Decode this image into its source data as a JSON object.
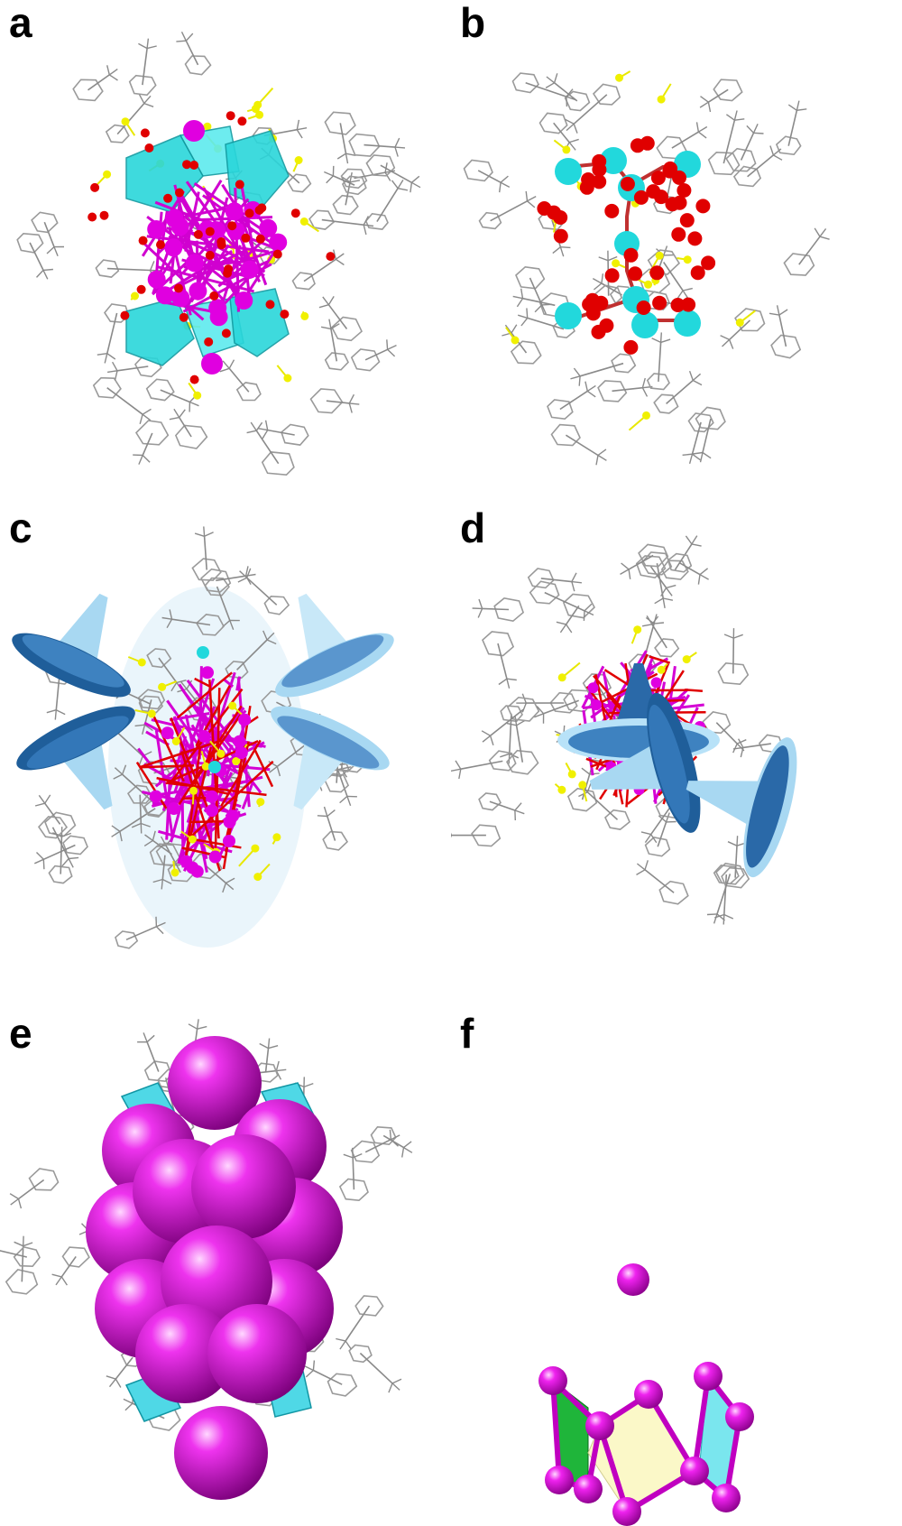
{
  "figure": {
    "panels": [
      {
        "id": "a",
        "label": "a"
      },
      {
        "id": "b",
        "label": "b"
      },
      {
        "id": "c",
        "label": "c"
      },
      {
        "id": "d",
        "label": "d"
      },
      {
        "id": "e",
        "label": "e"
      },
      {
        "id": "f",
        "label": "f"
      }
    ]
  },
  "colors": {
    "metal": "#e000e0",
    "cyan": "#22d8dc",
    "oxygen": "#e00000",
    "sulfur": "#f0f000",
    "ligand": "#9a9a9a",
    "cone_dark": "#2f6fae",
    "cone_light": "#a8d8f2",
    "face_green": "#1fb53a",
    "face_yellow": "#fbf8c8",
    "face_cyan": "#7ae6ee"
  }
}
